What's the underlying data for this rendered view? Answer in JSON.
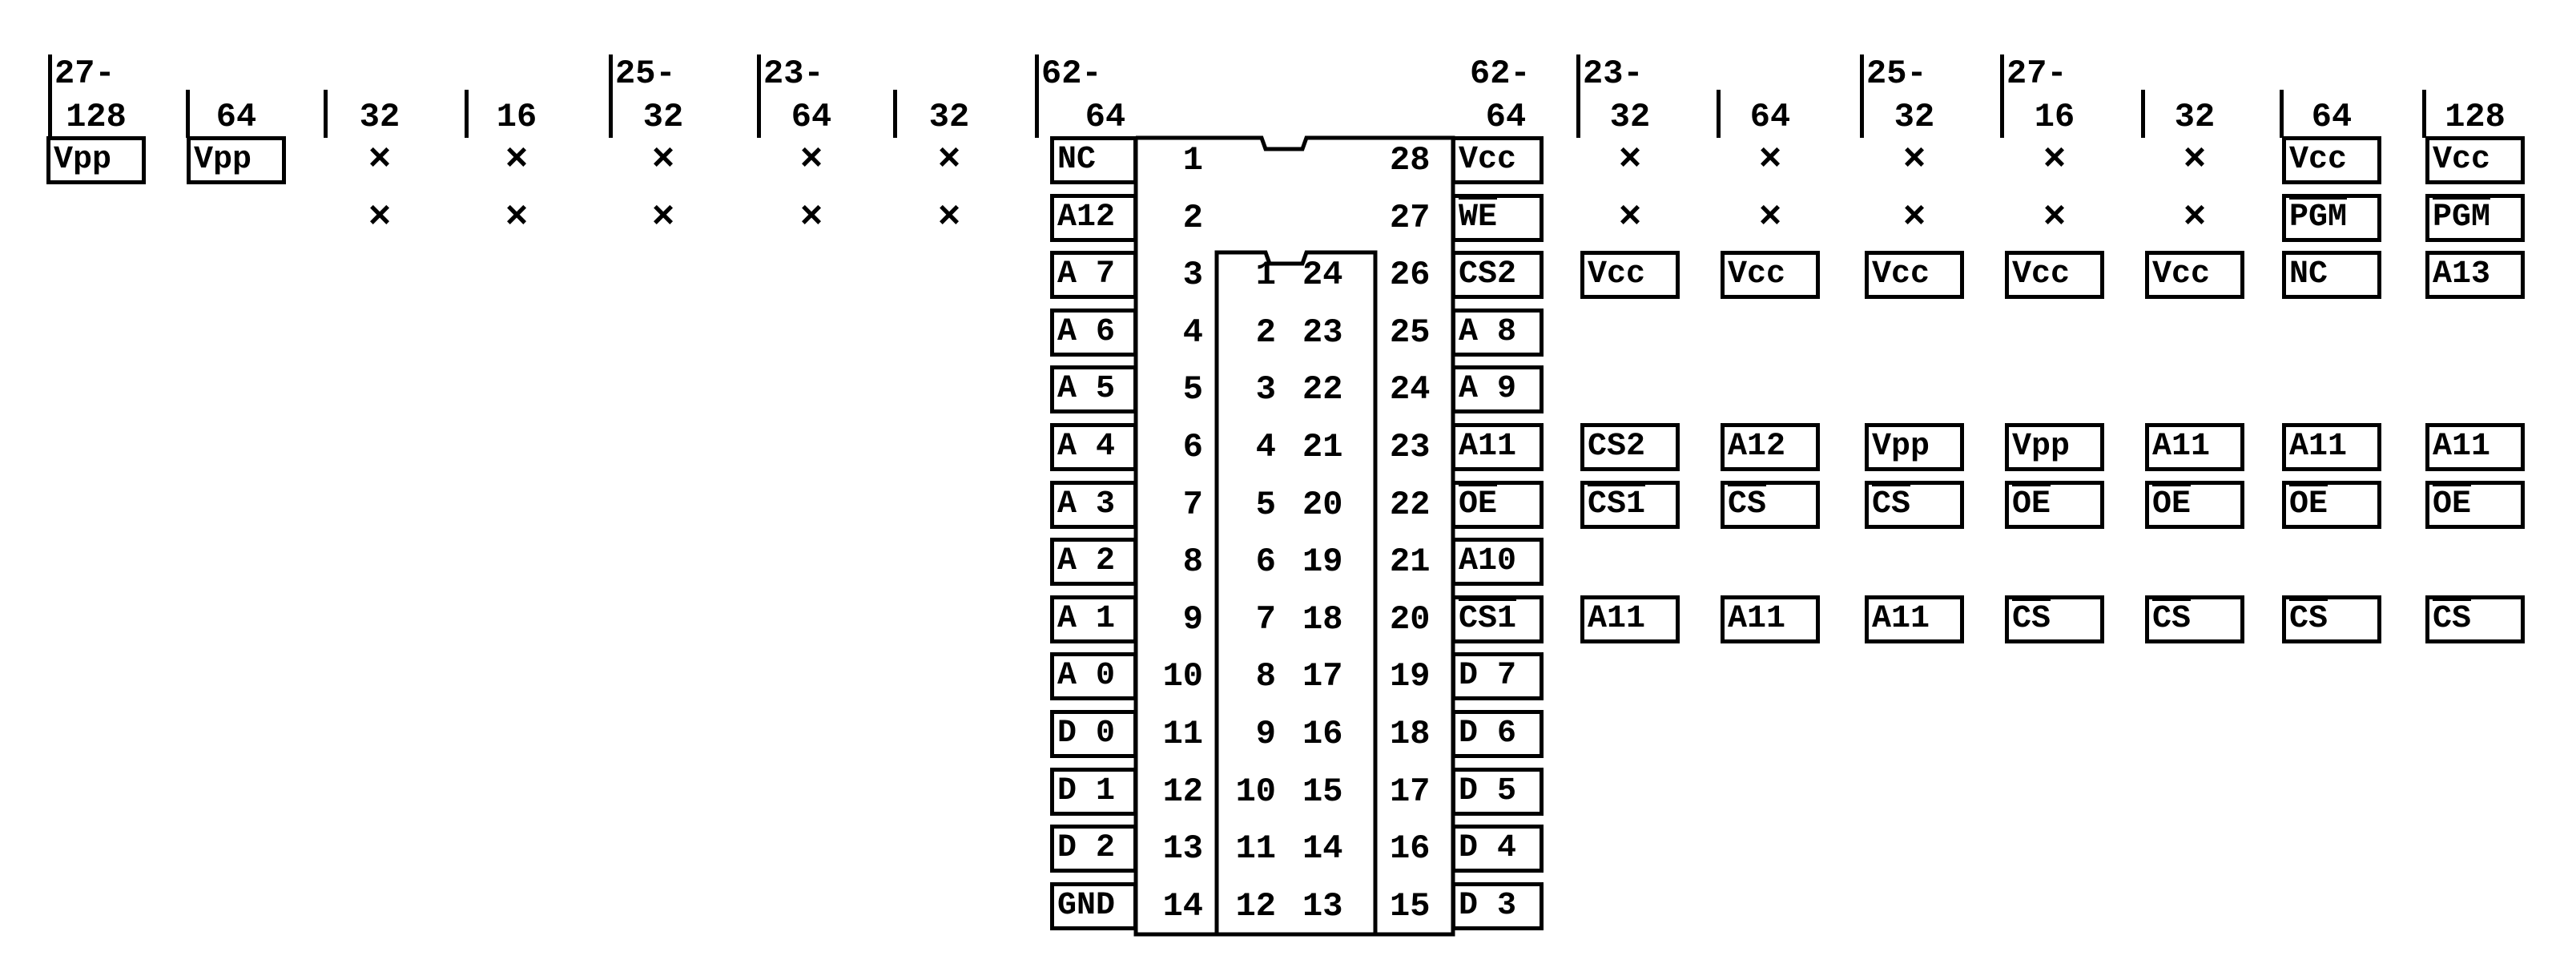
{
  "chip": {
    "outer_pins_left": [
      1,
      2,
      3,
      4,
      5,
      6,
      7,
      8,
      9,
      10,
      11,
      12,
      13,
      14
    ],
    "outer_pins_right": [
      28,
      27,
      26,
      25,
      24,
      23,
      22,
      21,
      20,
      19,
      18,
      17,
      16,
      15
    ],
    "inner_pins_left": [
      1,
      2,
      3,
      4,
      5,
      6,
      7,
      8,
      9,
      10,
      11,
      12
    ],
    "inner_pins_right": [
      24,
      23,
      22,
      21,
      20,
      19,
      18,
      17,
      16,
      15,
      14,
      13
    ],
    "left_labels": [
      "NC",
      "A12",
      "A 7",
      "A 6",
      "A 5",
      "A 4",
      "A 3",
      "A 2",
      "A 1",
      "A 0",
      "D 0",
      "D 1",
      "D 2",
      "GND"
    ],
    "right_labels": [
      "Vcc",
      "WE",
      "CS2",
      "A 8",
      "A 9",
      "A11",
      "OE",
      "A10",
      "CS1",
      "D 7",
      "D 6",
      "D 5",
      "D 4",
      "D 3"
    ],
    "active_low": [
      "WE",
      "OE",
      "CS",
      "CS1",
      "PGM"
    ]
  },
  "left_columns": [
    {
      "prefix": "27-",
      "size": "128",
      "values": [
        "Vpp",
        ""
      ]
    },
    {
      "prefix": "",
      "size": "64",
      "values": [
        "Vpp",
        ""
      ]
    },
    {
      "prefix": "",
      "size": "32",
      "values": [
        "x",
        "x"
      ]
    },
    {
      "prefix": "",
      "size": "16",
      "values": [
        "x",
        "x"
      ]
    },
    {
      "prefix": "25-",
      "size": "32",
      "values": [
        "x",
        "x"
      ]
    },
    {
      "prefix": "23-",
      "size": "64",
      "values": [
        "x",
        "x"
      ]
    },
    {
      "prefix": "",
      "size": "32",
      "values": [
        "x",
        "x"
      ]
    }
  ],
  "left_chip_header": {
    "prefix": "62-",
    "size": "64"
  },
  "right_chip_header": {
    "prefix": "62-",
    "size": "64"
  },
  "right_rows_pins": [
    28,
    27,
    26,
    23,
    22,
    20
  ],
  "right_columns": [
    {
      "prefix": "23-",
      "size": "32",
      "values": [
        "x",
        "x",
        "Vcc",
        "CS2",
        "CS1",
        "A11"
      ]
    },
    {
      "prefix": "",
      "size": "64",
      "values": [
        "x",
        "x",
        "Vcc",
        "A12",
        "CS",
        "A11"
      ]
    },
    {
      "prefix": "25-",
      "size": "32",
      "values": [
        "x",
        "x",
        "Vcc",
        "Vpp",
        "CS",
        "A11"
      ]
    },
    {
      "prefix": "27-",
      "size": "16",
      "values": [
        "x",
        "x",
        "Vcc",
        "Vpp",
        "OE",
        "CS"
      ]
    },
    {
      "prefix": "",
      "size": "32",
      "values": [
        "x",
        "x",
        "Vcc",
        "A11",
        "OE",
        "CS"
      ]
    },
    {
      "prefix": "",
      "size": "64",
      "values": [
        "Vcc",
        "PGM",
        "NC",
        "A11",
        "OE",
        "CS"
      ]
    },
    {
      "prefix": "",
      "size": "128",
      "values": [
        "Vcc",
        "PGM",
        "A13",
        "A11",
        "OE",
        "CS"
      ]
    }
  ]
}
